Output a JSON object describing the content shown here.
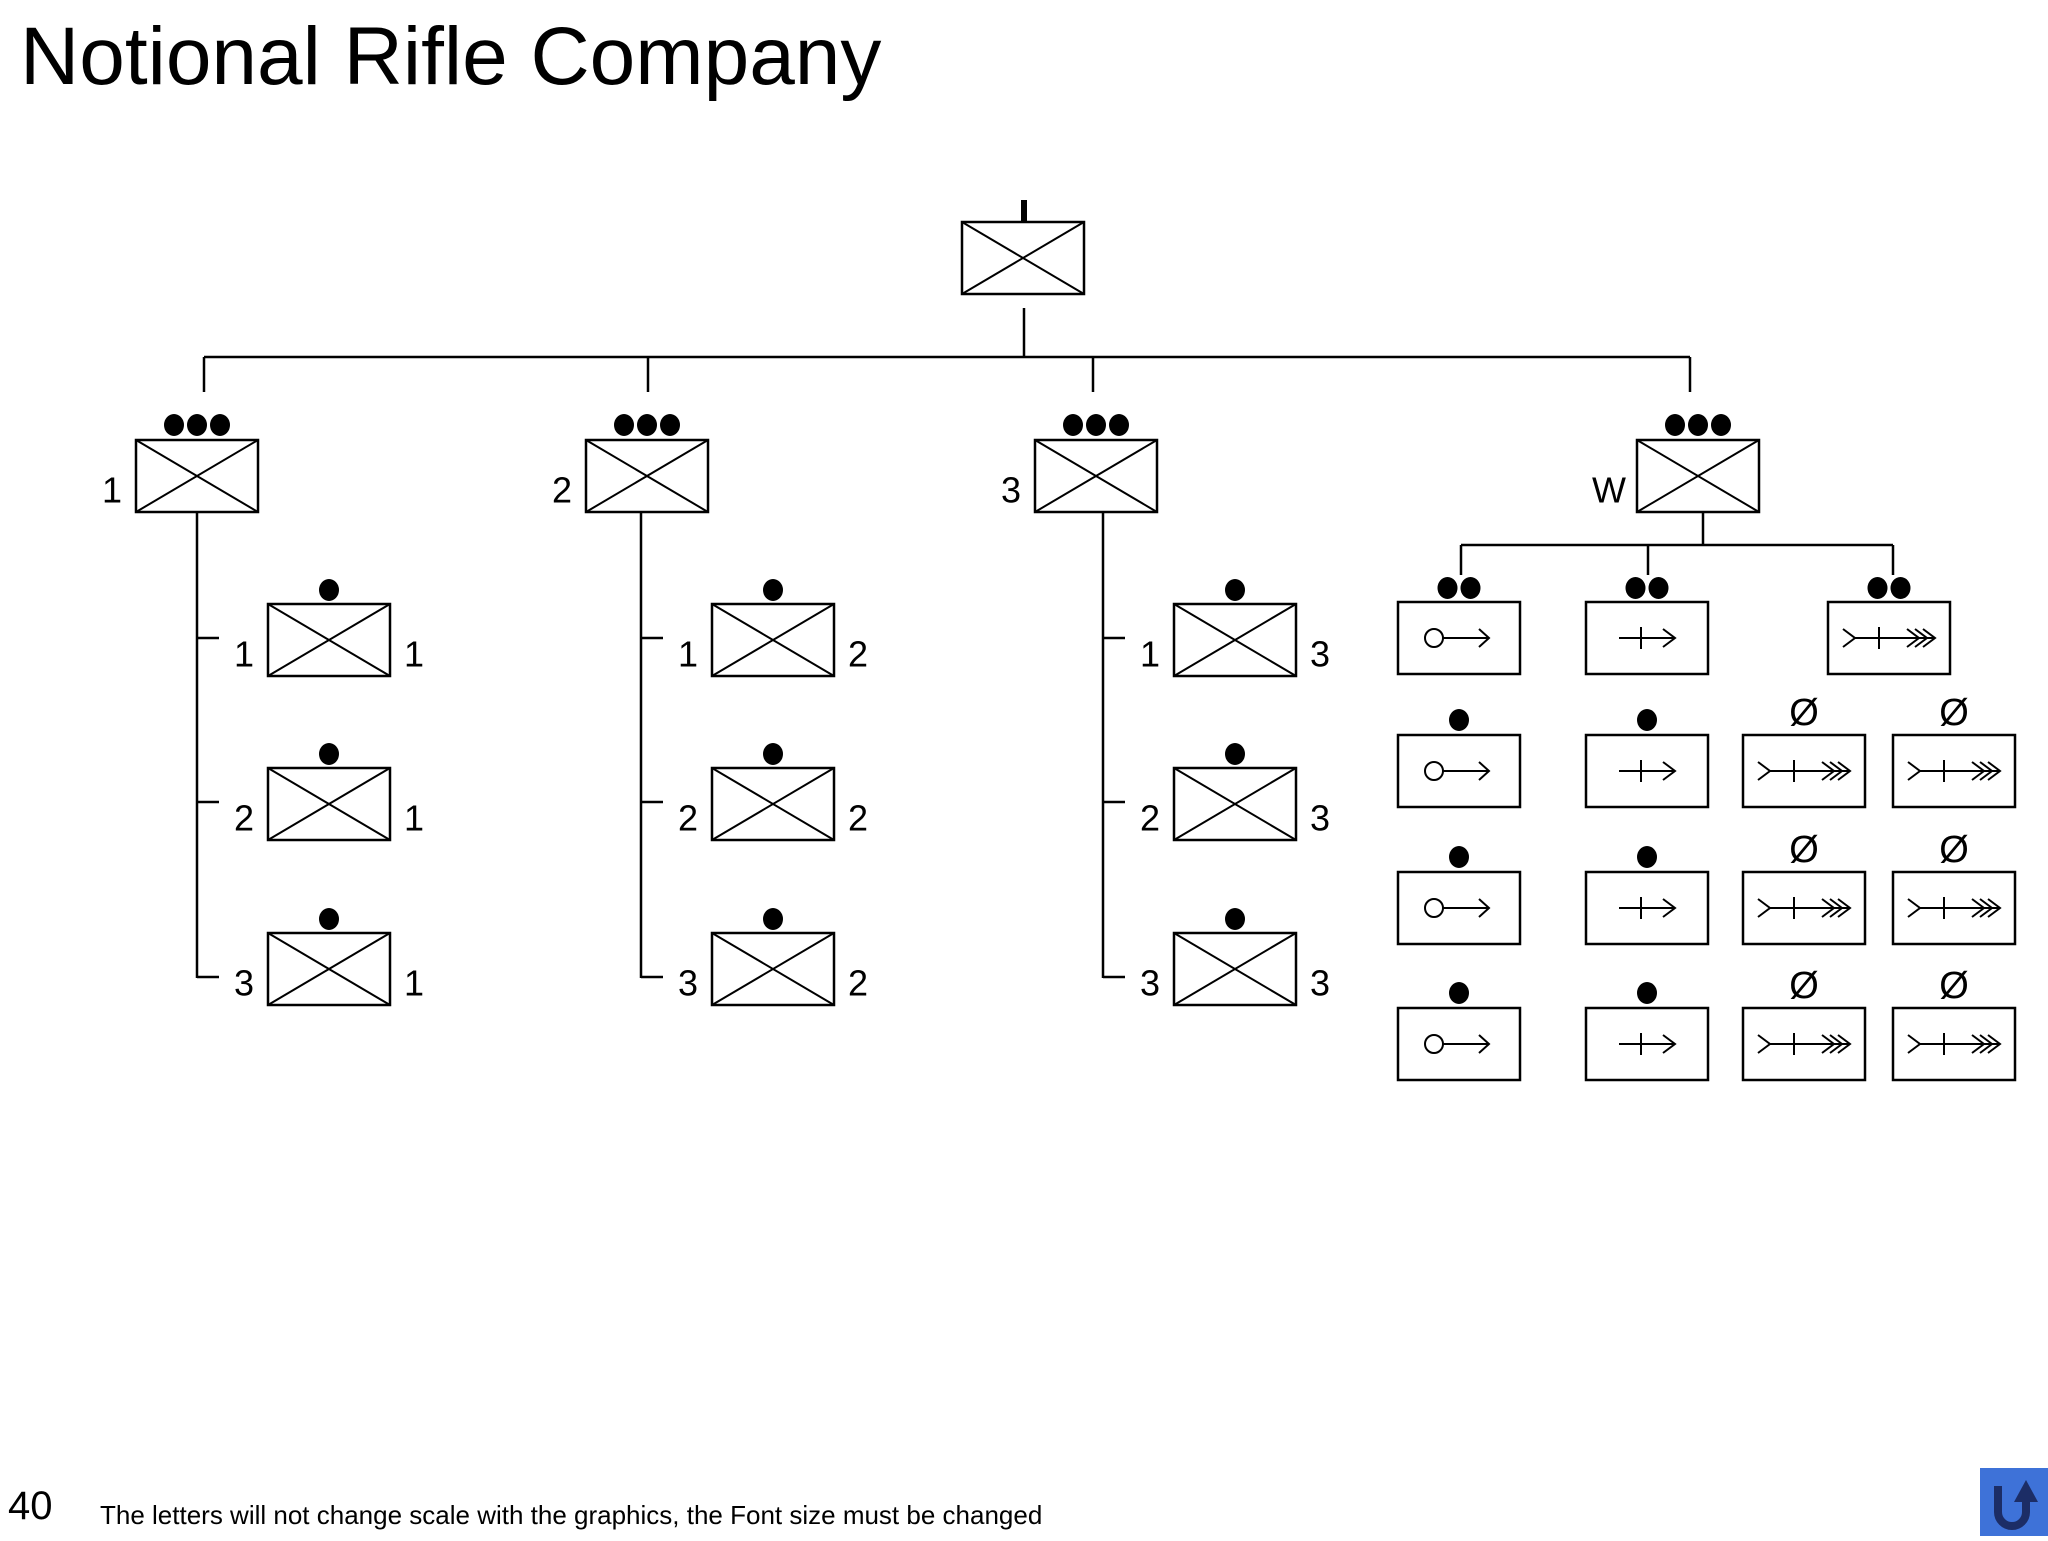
{
  "title": "Notional Rifle Company",
  "page_number": "40",
  "footnote": "The letters will not change scale with the graphics, the Font size must be changed",
  "colors": {
    "line": "#000000",
    "background": "#ffffff",
    "return_button": "#3e72d8"
  },
  "icons": {
    "return_button": "return-arrow-icon"
  },
  "diagram": {
    "headquarters": {
      "label": ""
    },
    "platoons": [
      {
        "label": "1",
        "squads": [
          {
            "label": "1",
            "parent": "1"
          },
          {
            "label": "2",
            "parent": "1"
          },
          {
            "label": "3",
            "parent": "1"
          }
        ]
      },
      {
        "label": "2",
        "squads": [
          {
            "label": "1",
            "parent": "2"
          },
          {
            "label": "2",
            "parent": "2"
          },
          {
            "label": "3",
            "parent": "2"
          }
        ]
      },
      {
        "label": "3",
        "squads": [
          {
            "label": "1",
            "parent": "3"
          },
          {
            "label": "2",
            "parent": "3"
          },
          {
            "label": "3",
            "parent": "3"
          }
        ]
      }
    ],
    "weapons_platoon": {
      "label": "W",
      "sections": [
        {
          "symbol": "machine-gun",
          "echelon": "section",
          "teams": 3
        },
        {
          "symbol": "mortar",
          "echelon": "section",
          "teams": 3
        },
        {
          "symbol": "antitank-missile",
          "echelon": "section",
          "teams": 3
        }
      ],
      "extra_antitank_teams": 3,
      "null_symbol": "Ø"
    }
  }
}
